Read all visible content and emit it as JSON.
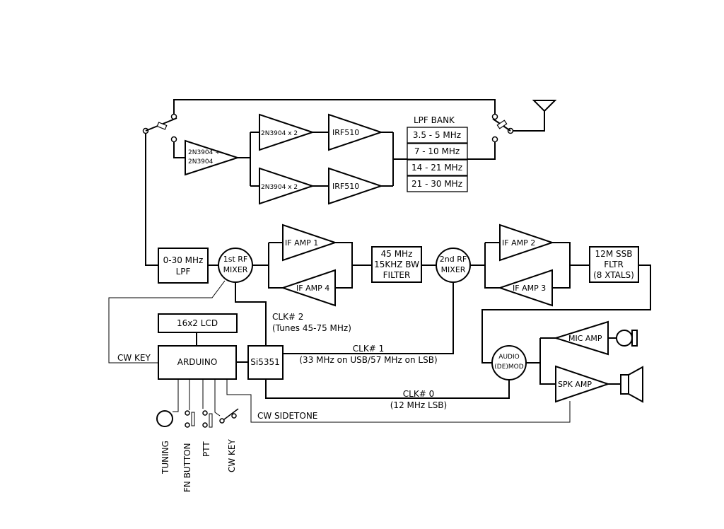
{
  "tx": {
    "pre_amp": [
      "2N3904 +",
      "2N3904"
    ],
    "driver_top": "2N3904 x 2",
    "driver_bottom": "2N3904 x 2",
    "final_top": "IRF510",
    "final_bottom": "IRF510",
    "lpf_bank_title": "LPF BANK",
    "lpf_bands": [
      "3.5 - 5 MHz",
      "7 - 10 MHz",
      "14 - 21 MHz",
      "21 - 30 MHz"
    ]
  },
  "rx": {
    "input_lpf": [
      "0-30 MHz",
      "LPF"
    ],
    "mixer1": [
      "1st RF",
      "MIXER"
    ],
    "if_amp1": "IF AMP 1",
    "if_amp4": "IF AMP 4",
    "filter_45": [
      "45 MHz",
      "15KHZ BW",
      "FILTER"
    ],
    "mixer2": [
      "2nd RF",
      "MIXER"
    ],
    "if_amp2": "IF AMP 2",
    "if_amp3": "IF AMP 3",
    "ssb_filter": [
      "12M SSB",
      "FLTR",
      "(8 XTALS)"
    ],
    "audio_mod": [
      "AUDIO",
      "(DE)MOD"
    ],
    "mic_amp": "MIC AMP",
    "spk_amp": "SPK AMP"
  },
  "control": {
    "lcd": "16x2 LCD",
    "arduino": "ARDUINO",
    "si5351": "Si5351",
    "cw_key_label": "CW KEY",
    "cw_sidetone": "CW SIDETONE",
    "clk2": [
      "CLK# 2",
      "(Tunes 45-75 MHz)"
    ],
    "clk1": [
      "CLK# 1",
      "(33 MHz on USB/57 MHz on LSB)"
    ],
    "clk0": [
      "CLK# 0",
      "(12 MHz LSB)"
    ],
    "inputs": [
      "TUNING",
      "FN BUTTON",
      "PTT",
      "CW KEY"
    ]
  }
}
